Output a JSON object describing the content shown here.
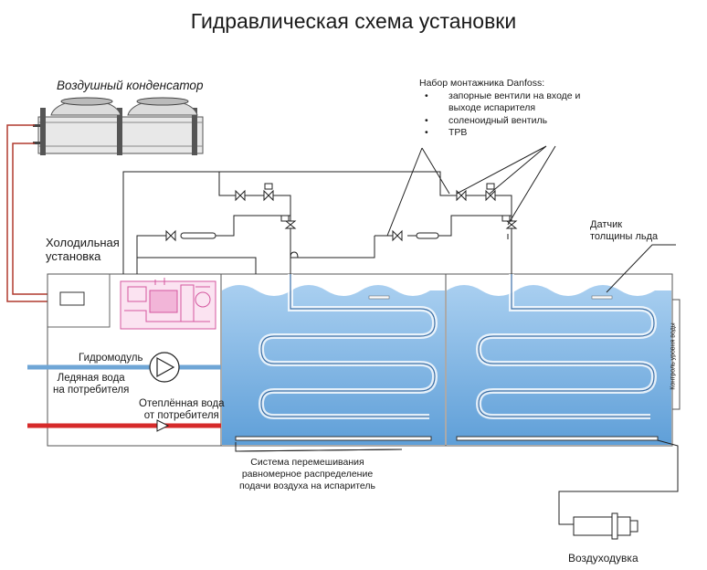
{
  "title": "Гидравлическая схема установки",
  "condenser_label": "Воздушный конденсатор",
  "installer_kit": {
    "heading": "Набор монтажника Danfoss:",
    "items": [
      {
        "line1": "запорные вентили на входе и",
        "line2": "выходе испарителя"
      },
      {
        "line1": "соленоидный вентиль",
        "line2": ""
      },
      {
        "line1": "ТРВ",
        "line2": ""
      }
    ]
  },
  "chiller_label": {
    "line1": "Холодильная",
    "line2": "установка"
  },
  "pump_label": "Гидромодуль",
  "ice_water_label": {
    "line1": "Ледяная вода",
    "line2": "на потребителя"
  },
  "warm_water_label": {
    "line1": "Отеплённая вода",
    "line2": "от потребителя"
  },
  "ice_sensor_label": {
    "line1": "Датчик",
    "line2": "толщины льда"
  },
  "mixing_label": {
    "line1": "Система перемешивания",
    "line2": "равномерное распределение",
    "line3": "подачи воздуха на испаритель"
  },
  "level_control_label": "Контроль уровня воды",
  "blower_label": "Воздуходувка",
  "colors": {
    "ice_water_pipe": "#6fa6d6",
    "warm_water_pipe": "#d62a2a",
    "refrigerant_pipe": "#b03a2e",
    "water": "#8fbde6",
    "compressor": "#d4579f"
  }
}
